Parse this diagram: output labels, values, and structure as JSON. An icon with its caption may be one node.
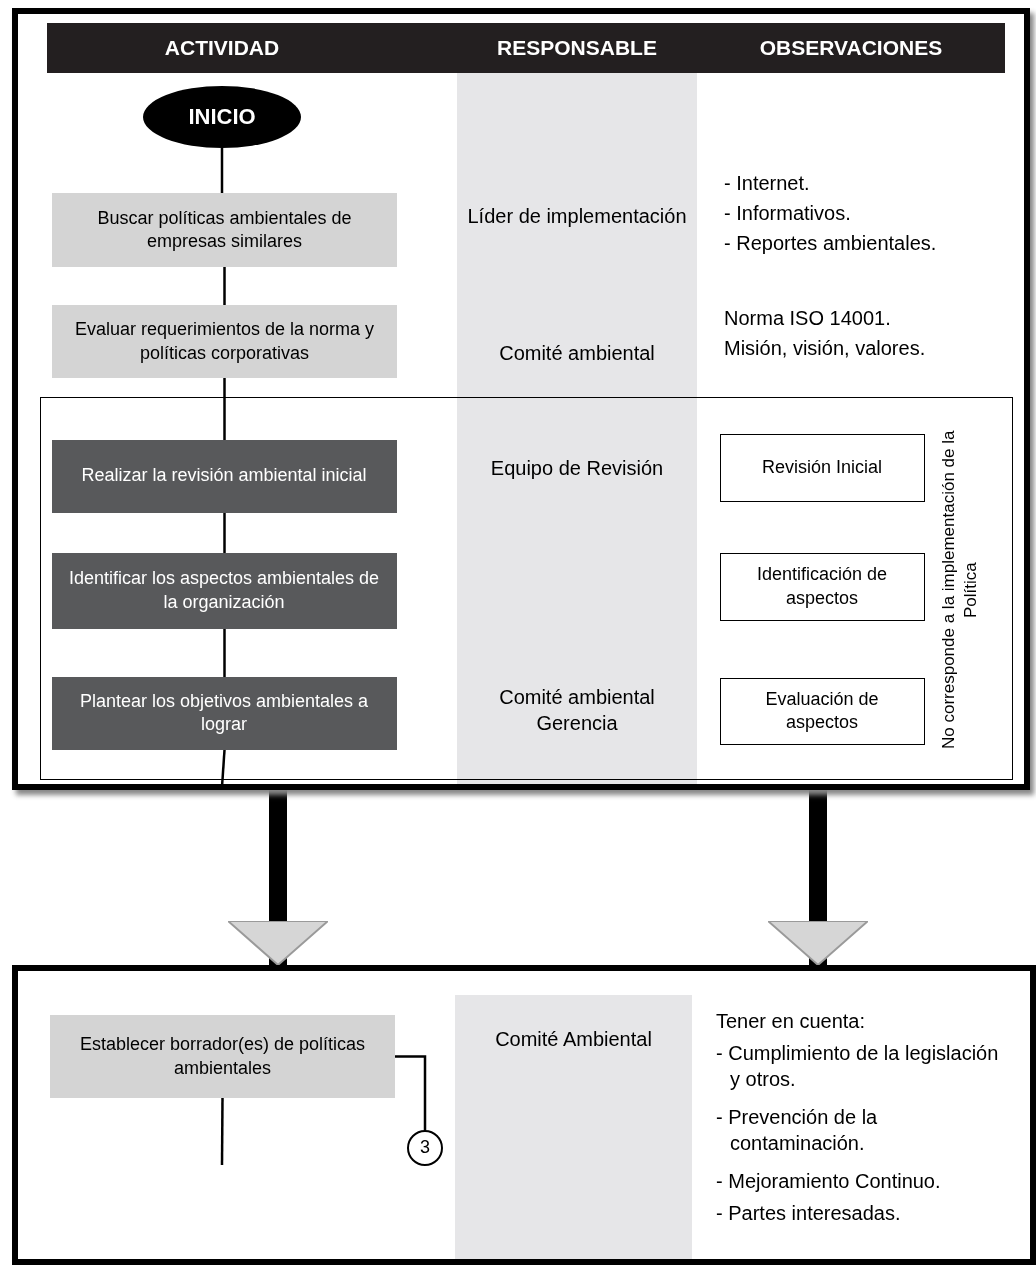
{
  "diagram": {
    "nodes": [
      {
        "text": [],
        "shape": "box"
      },
      {
        "text": [
          "INICIO"
        ],
        "in": 0
      },
      {
        "text": [
          "Buscar políticas ambientales de empresas similares"
        ],
        "in": 0
      },
      {
        "text": [
          "Evaluar requerimientos de la norma y políticas corporativas"
        ],
        "in": 0
      },
      {
        "text": [
          "No corresponde a la implementación de la Política"
        ],
        "in": 0
      },
      {
        "text": [
          "Realizar la revisión ambiental inicial"
        ],
        "in": 4
      },
      {
        "text": [
          "Identificar los aspectos ambientales de la organización"
        ],
        "in": 4
      },
      {
        "text": [
          "Plantear los objetivos ambientales a lograr"
        ],
        "in": 4
      },
      {
        "text": [
          "Revisión Inicial"
        ],
        "in": 4
      },
      {
        "text": [
          "Identificación de aspectos"
        ],
        "in": 4
      },
      {
        "text": [
          "Evaluación de aspectos"
        ],
        "in": 4
      },
      {
        "text": [],
        "shape": "box"
      },
      {
        "text": [
          "Establecer borrador(es) de políticas ambientales"
        ],
        "in": 11
      },
      {
        "text": [
          "3"
        ],
        "in": 11
      }
    ],
    "edges": [
      {
        "from": 1,
        "to": 2,
        "arrow": "none"
      },
      {
        "from": 2,
        "to": 3,
        "arrow": "none"
      },
      {
        "from": 3,
        "to": 5,
        "arrow": "none"
      },
      {
        "from": 5,
        "to": 6,
        "arrow": "none"
      },
      {
        "from": 6,
        "to": 7,
        "arrow": "none"
      },
      {
        "from": 7,
        "to": null,
        "arrow": "none"
      },
      {
        "from": 0,
        "to": 11,
        "arrow": "to",
        "style": "thick"
      },
      {
        "from": 0,
        "to": 11,
        "arrow": "to",
        "style": "thick"
      },
      {
        "from": 12,
        "to": 13,
        "arrow": "none"
      },
      {
        "from": 12,
        "to": null,
        "arrow": "none"
      }
    ],
    "labels": [
      "ACTIVIDAD",
      "RESPONSABLE",
      "OBSERVACIONES",
      "Líder de implementación",
      "- Internet.",
      "- Informativos.",
      "- Reportes ambientales.",
      "Comité ambiental",
      "Norma ISO 14001.",
      "Misión, visión, valores.",
      "Equipo de Revisión",
      "Comité ambiental Gerencia",
      "Comité Ambiental",
      "Tener en cuenta:",
      "- Cumplimiento de la legislación y otros.",
      "- Prevención de la contaminación.",
      "- Mejoramiento Continuo.",
      "- Partes interesadas."
    ]
  }
}
